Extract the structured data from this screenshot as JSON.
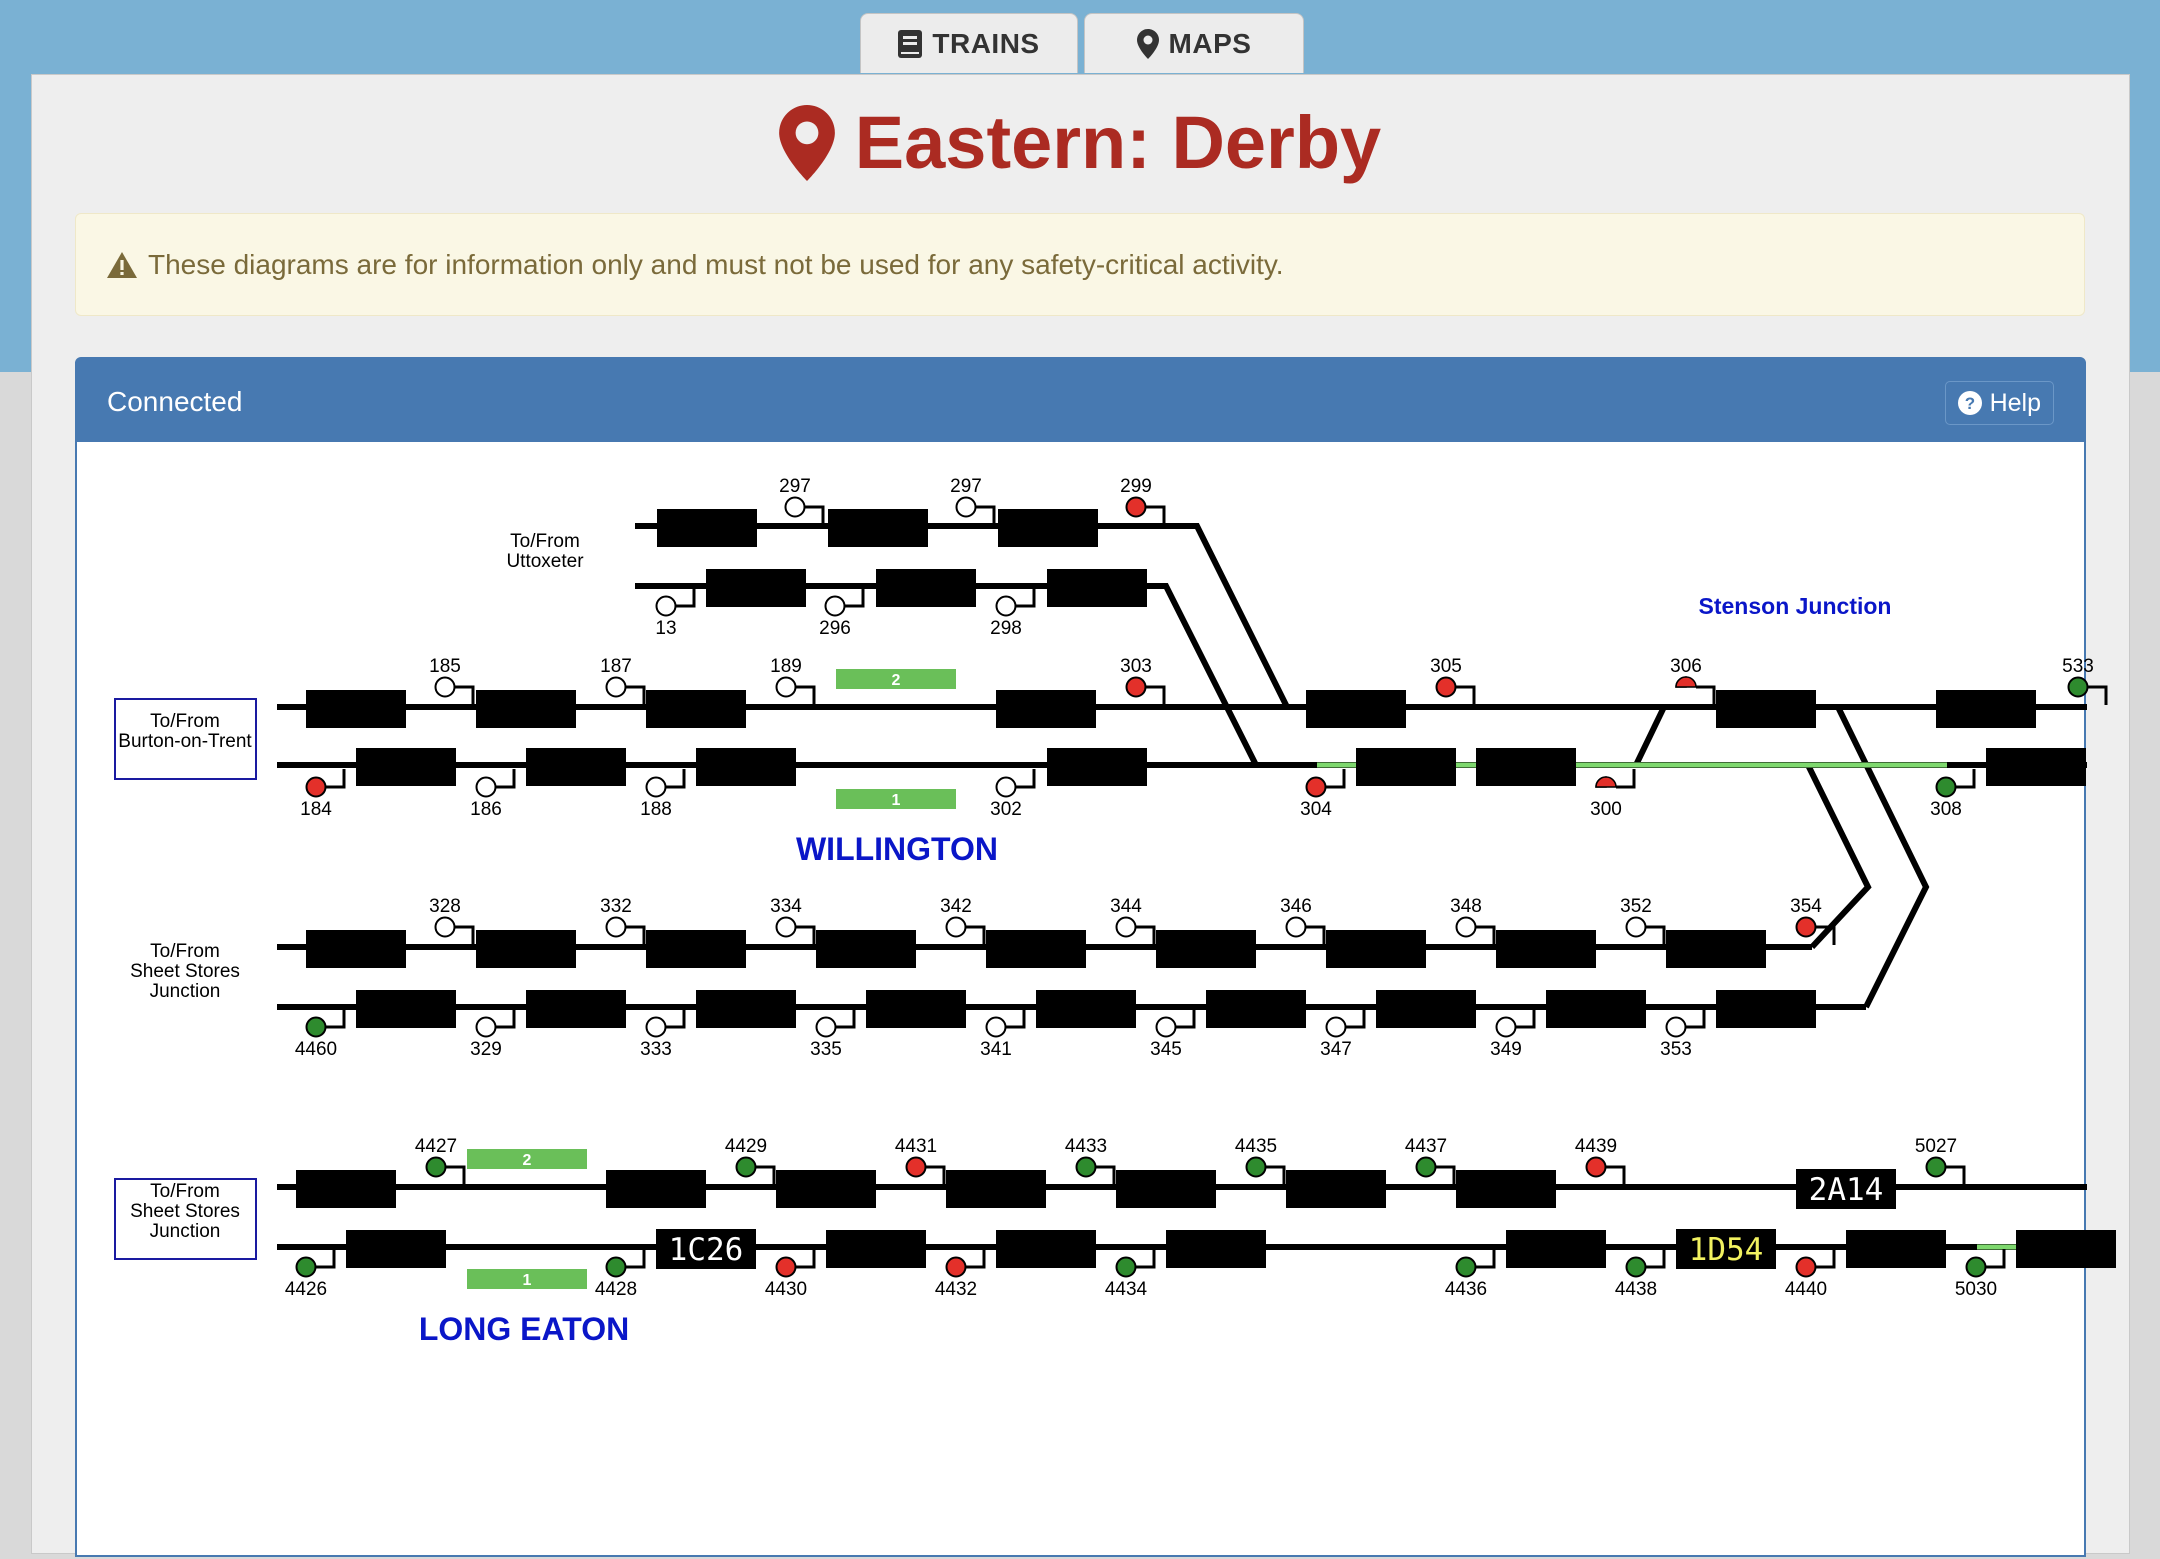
{
  "nav": {
    "tabs": [
      {
        "label": "TRAINS",
        "icon": "book-icon"
      },
      {
        "label": "MAPS",
        "icon": "map-marker-icon"
      }
    ]
  },
  "page": {
    "title": "Eastern: Derby",
    "title_icon": "map-marker-icon",
    "title_color": "#ab2b22"
  },
  "alert": {
    "text": "These diagrams are for information only and must not be used for any safety-critical activity.",
    "icon": "warning-icon"
  },
  "panel": {
    "status": "Connected",
    "help_label": "Help",
    "help_icon": "question-circle-icon"
  },
  "colors": {
    "header_blue": "#4779b1",
    "signal_red": "#e3302a",
    "signal_green": "#2e8b2e",
    "platform_green": "#6abf59",
    "station_blue": "#0a16c8"
  },
  "diagram": {
    "stations": [
      "WILLINGTON",
      "LONG EATON"
    ],
    "junction_label": "Stenson Junction",
    "boundary_labels": [
      "To/From Uttoxeter",
      "To/From Burton-on-Trent",
      "To/From Sheet Stores Junction",
      "To/From Sheet Stores Junction"
    ],
    "platforms": [
      "2",
      "1",
      "2",
      "1"
    ],
    "train_headcodes": [
      "1C26",
      "2A14",
      "1D54"
    ],
    "signals": [
      {
        "id": "297",
        "state": "off"
      },
      {
        "id": "297",
        "state": "off"
      },
      {
        "id": "299",
        "state": "red"
      },
      {
        "id": "13",
        "state": "off"
      },
      {
        "id": "296",
        "state": "off"
      },
      {
        "id": "298",
        "state": "off"
      },
      {
        "id": "185",
        "state": "off"
      },
      {
        "id": "187",
        "state": "off"
      },
      {
        "id": "189",
        "state": "off"
      },
      {
        "id": "303",
        "state": "red"
      },
      {
        "id": "305",
        "state": "red"
      },
      {
        "id": "306",
        "state": "red-shunt"
      },
      {
        "id": "533",
        "state": "green"
      },
      {
        "id": "184",
        "state": "red"
      },
      {
        "id": "186",
        "state": "off"
      },
      {
        "id": "188",
        "state": "off"
      },
      {
        "id": "302",
        "state": "off"
      },
      {
        "id": "304",
        "state": "red"
      },
      {
        "id": "300",
        "state": "red-shunt"
      },
      {
        "id": "308",
        "state": "green"
      },
      {
        "id": "328",
        "state": "off"
      },
      {
        "id": "332",
        "state": "off"
      },
      {
        "id": "334",
        "state": "off"
      },
      {
        "id": "342",
        "state": "off"
      },
      {
        "id": "344",
        "state": "off"
      },
      {
        "id": "346",
        "state": "off"
      },
      {
        "id": "348",
        "state": "off"
      },
      {
        "id": "352",
        "state": "off"
      },
      {
        "id": "354",
        "state": "red"
      },
      {
        "id": "4460",
        "state": "green"
      },
      {
        "id": "329",
        "state": "off"
      },
      {
        "id": "333",
        "state": "off"
      },
      {
        "id": "335",
        "state": "off"
      },
      {
        "id": "341",
        "state": "off"
      },
      {
        "id": "345",
        "state": "off"
      },
      {
        "id": "347",
        "state": "off"
      },
      {
        "id": "349",
        "state": "off"
      },
      {
        "id": "353",
        "state": "off"
      },
      {
        "id": "4427",
        "state": "green"
      },
      {
        "id": "4429",
        "state": "green"
      },
      {
        "id": "4431",
        "state": "red"
      },
      {
        "id": "4433",
        "state": "green"
      },
      {
        "id": "4435",
        "state": "green"
      },
      {
        "id": "4437",
        "state": "green"
      },
      {
        "id": "4439",
        "state": "red"
      },
      {
        "id": "5027",
        "state": "green"
      },
      {
        "id": "4426",
        "state": "green"
      },
      {
        "id": "4428",
        "state": "green"
      },
      {
        "id": "4430",
        "state": "red"
      },
      {
        "id": "4432",
        "state": "red"
      },
      {
        "id": "4434",
        "state": "green"
      },
      {
        "id": "4436",
        "state": "green"
      },
      {
        "id": "4438",
        "state": "green"
      },
      {
        "id": "4440",
        "state": "red"
      },
      {
        "id": "5030",
        "state": "green"
      }
    ]
  }
}
